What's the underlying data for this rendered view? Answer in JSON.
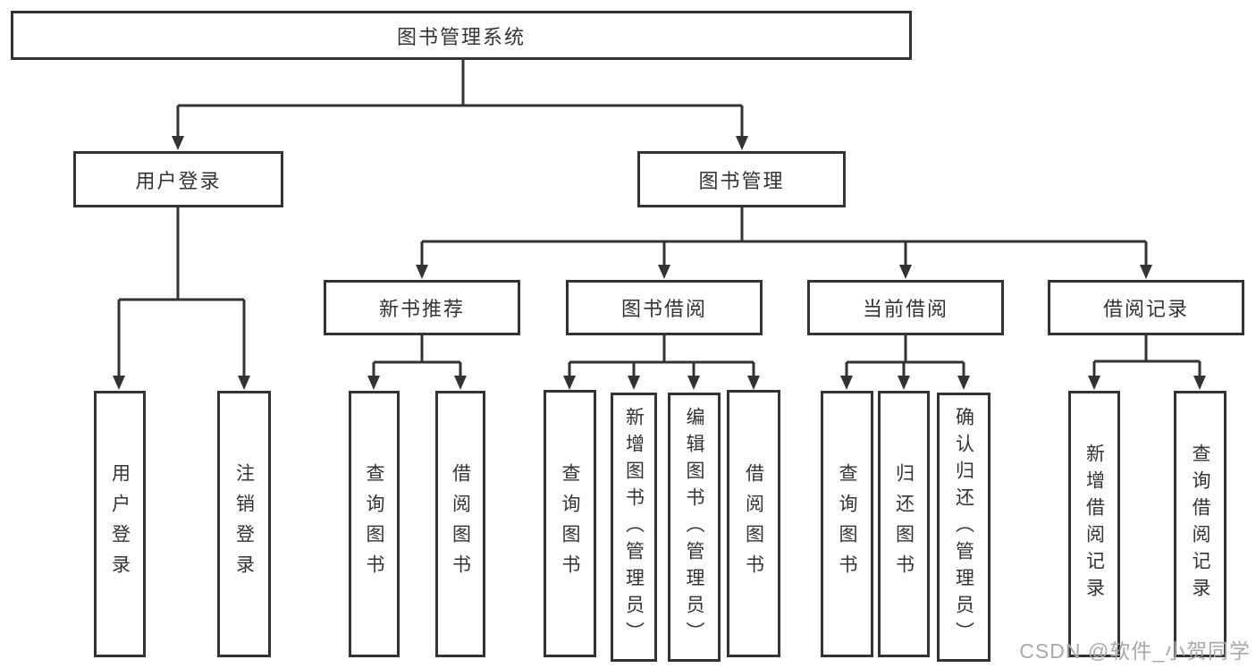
{
  "watermark": "CSDN @软件_小贺同学",
  "colors": {
    "line": "#333333",
    "text": "#333333",
    "background": "#ffffff",
    "watermark": "#a8a8a8"
  },
  "tree": {
    "label": "图书管理系统",
    "children": [
      {
        "label": "用户登录",
        "children": [
          {
            "label": "用户登录"
          },
          {
            "label": "注销登录"
          }
        ]
      },
      {
        "label": "图书管理",
        "children": [
          {
            "label": "新书推荐",
            "children": [
              {
                "label": "查询图书"
              },
              {
                "label": "借阅图书"
              }
            ]
          },
          {
            "label": "图书借阅",
            "children": [
              {
                "label": "查询图书"
              },
              {
                "label": "新增图书（管理员）"
              },
              {
                "label": "编辑图书（管理员）"
              },
              {
                "label": "借阅图书"
              }
            ]
          },
          {
            "label": "当前借阅",
            "children": [
              {
                "label": "查询图书"
              },
              {
                "label": "归还图书"
              },
              {
                "label": "确认归还（管理员）"
              }
            ]
          },
          {
            "label": "借阅记录",
            "children": [
              {
                "label": "新增借阅记录"
              },
              {
                "label": "查询借阅记录"
              }
            ]
          }
        ]
      }
    ]
  }
}
